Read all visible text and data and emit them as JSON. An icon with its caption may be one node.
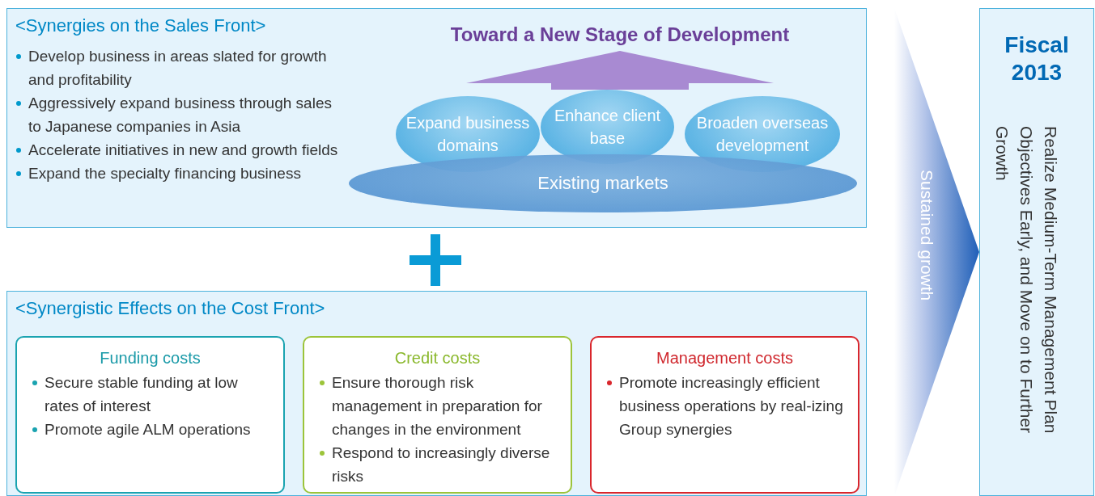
{
  "diagram": {
    "nodes": [
      {
        "text": [
          "<Synergies on the Sales Front>",
          "Develop business in areas slated for growth and profitability",
          "Aggressively expand business through sales to Japanese companies in Asia",
          "Accelerate initiatives in new and growth fields",
          "Expand the specialty financing business"
        ]
      },
      {
        "text": [
          "Toward a New Stage of Development"
        ],
        "in": 0
      },
      {
        "text": [
          "Expand business domains"
        ],
        "in": 0
      },
      {
        "text": [
          "Enhance client base"
        ],
        "in": 0
      },
      {
        "text": [
          "Broaden overseas development"
        ],
        "in": 0
      },
      {
        "text": [
          "Existing markets"
        ],
        "in": 0
      },
      {
        "text": [
          "<Synergistic Effects on the Cost Front>"
        ]
      },
      {
        "text": [
          "Funding costs",
          "Secure stable funding at low rates of interest",
          "Promote agile ALM operations"
        ],
        "in": 6
      },
      {
        "text": [
          "Credit costs",
          "Ensure thorough risk management in preparation for changes in the environment",
          "Respond to increasingly diverse risks"
        ],
        "in": 6
      },
      {
        "text": [
          "Management costs",
          "Promote increasingly efficient business operations by real-izing Group synergies"
        ],
        "in": 6
      },
      {
        "text": [
          "Fiscal 2013",
          "Realize Medium-Term Management Plan Objectives Early, and Move on to Further Growth"
        ]
      }
    ],
    "edges": [
      {
        "from": 3,
        "to": 1,
        "arrow": "to",
        "style": "thick",
        "color": "#a88ad2"
      },
      {
        "from": null,
        "to": 10,
        "arrow": "to",
        "label": "Sustained growth",
        "color": "#1f5fb8"
      }
    ]
  }
}
